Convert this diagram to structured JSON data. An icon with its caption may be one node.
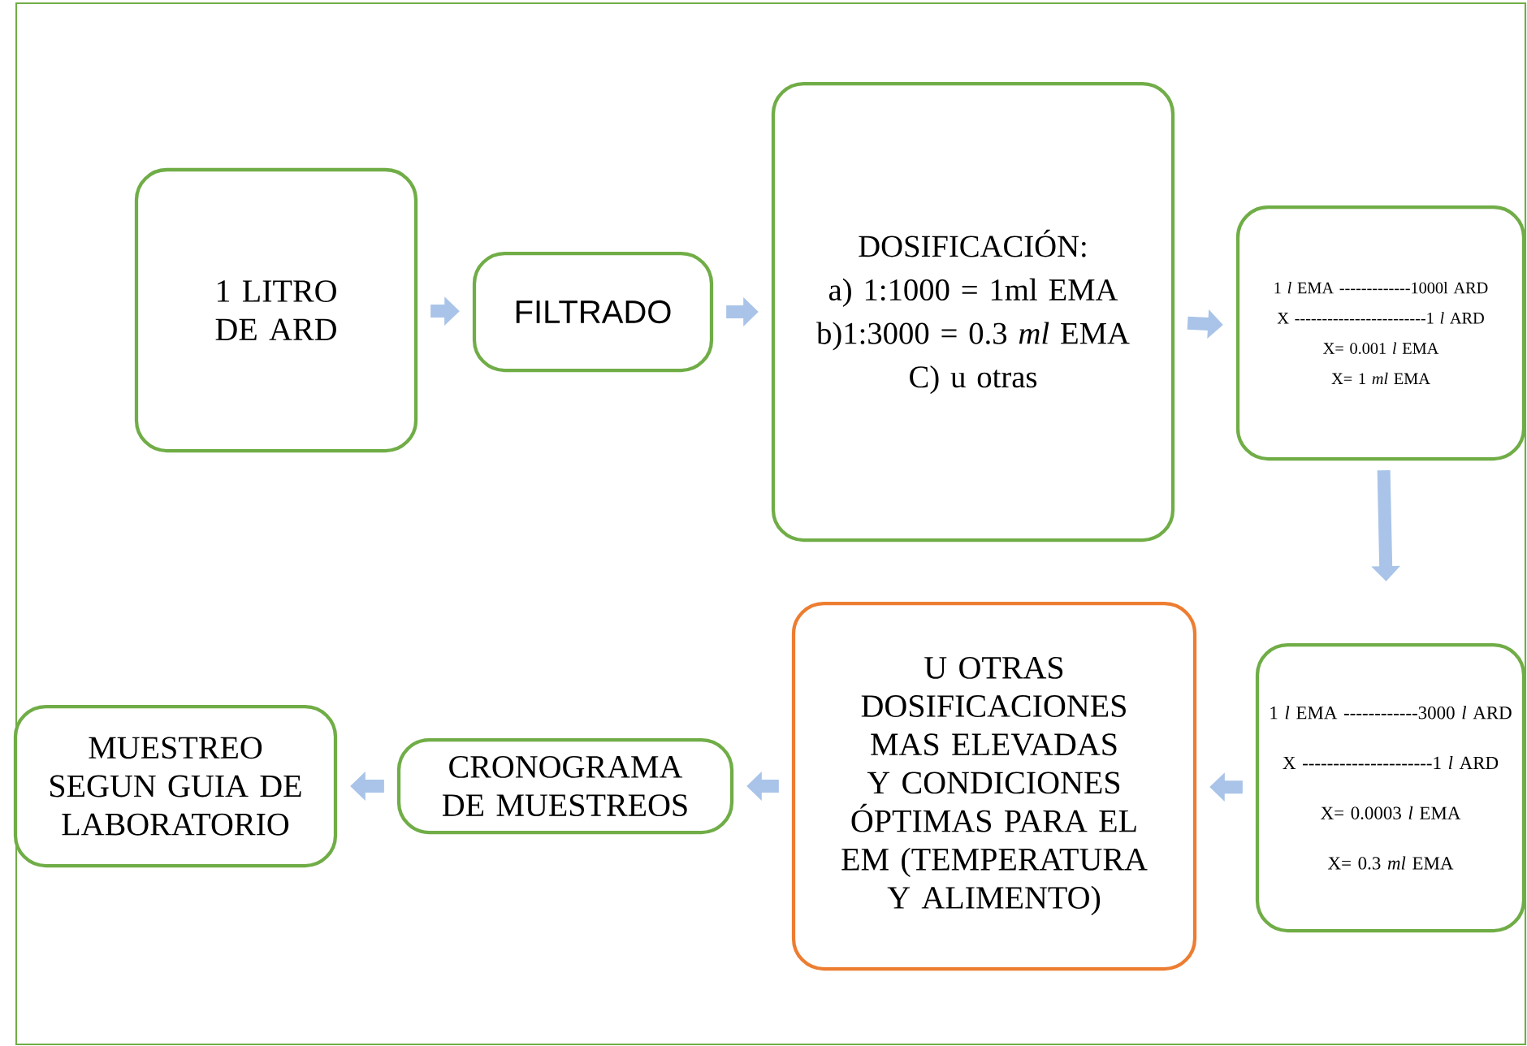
{
  "diagram": {
    "nodes": [
      {
        "text": [
          "1 LITRO DE ARD"
        ]
      },
      {
        "text": [
          "FILTRADO"
        ]
      },
      {
        "text": [
          "DOSIFICACIÓN:",
          "a) 1:1000 = 1ml EMA",
          "b)1:3000 = 0.3 *ml* EMA",
          "C) u otras"
        ]
      },
      {
        "text": [
          "1 *l* EMA -------------1000l ARD",
          "X ------------------------1 *l* ARD",
          "X= 0.001 *l* EMA",
          "X= 1 *ml* EMA"
        ]
      },
      {
        "text": [
          "1 *l* EMA ------------3000 *l* ARD",
          "X ---------------------1 *l* ARD",
          "X= 0.0003 *l* EMA",
          "X= 0.3 *ml* EMA"
        ]
      },
      {
        "text": [
          "U OTRAS DOSIFICACIONES MAS ELEVADAS Y CONDICIONES ÓPTIMAS PARA EL EM (TEMPERATURA Y ALIMENTO)"
        ]
      },
      {
        "text": [
          "CRONOGRAMA DE MUESTREOS"
        ]
      },
      {
        "text": [
          "MUESTREO SEGUN GUIA DE LABORATORIO"
        ]
      }
    ],
    "edges": [
      {
        "from": 0,
        "to": 1,
        "arrow": "to"
      },
      {
        "from": 1,
        "to": 2,
        "arrow": "to"
      },
      {
        "from": 2,
        "to": 3,
        "arrow": "to"
      },
      {
        "from": 3,
        "to": 4,
        "arrow": "to"
      },
      {
        "from": 4,
        "to": 5,
        "arrow": "to"
      },
      {
        "from": 5,
        "to": 6,
        "arrow": "to"
      },
      {
        "from": 6,
        "to": 7,
        "arrow": "to"
      }
    ]
  }
}
